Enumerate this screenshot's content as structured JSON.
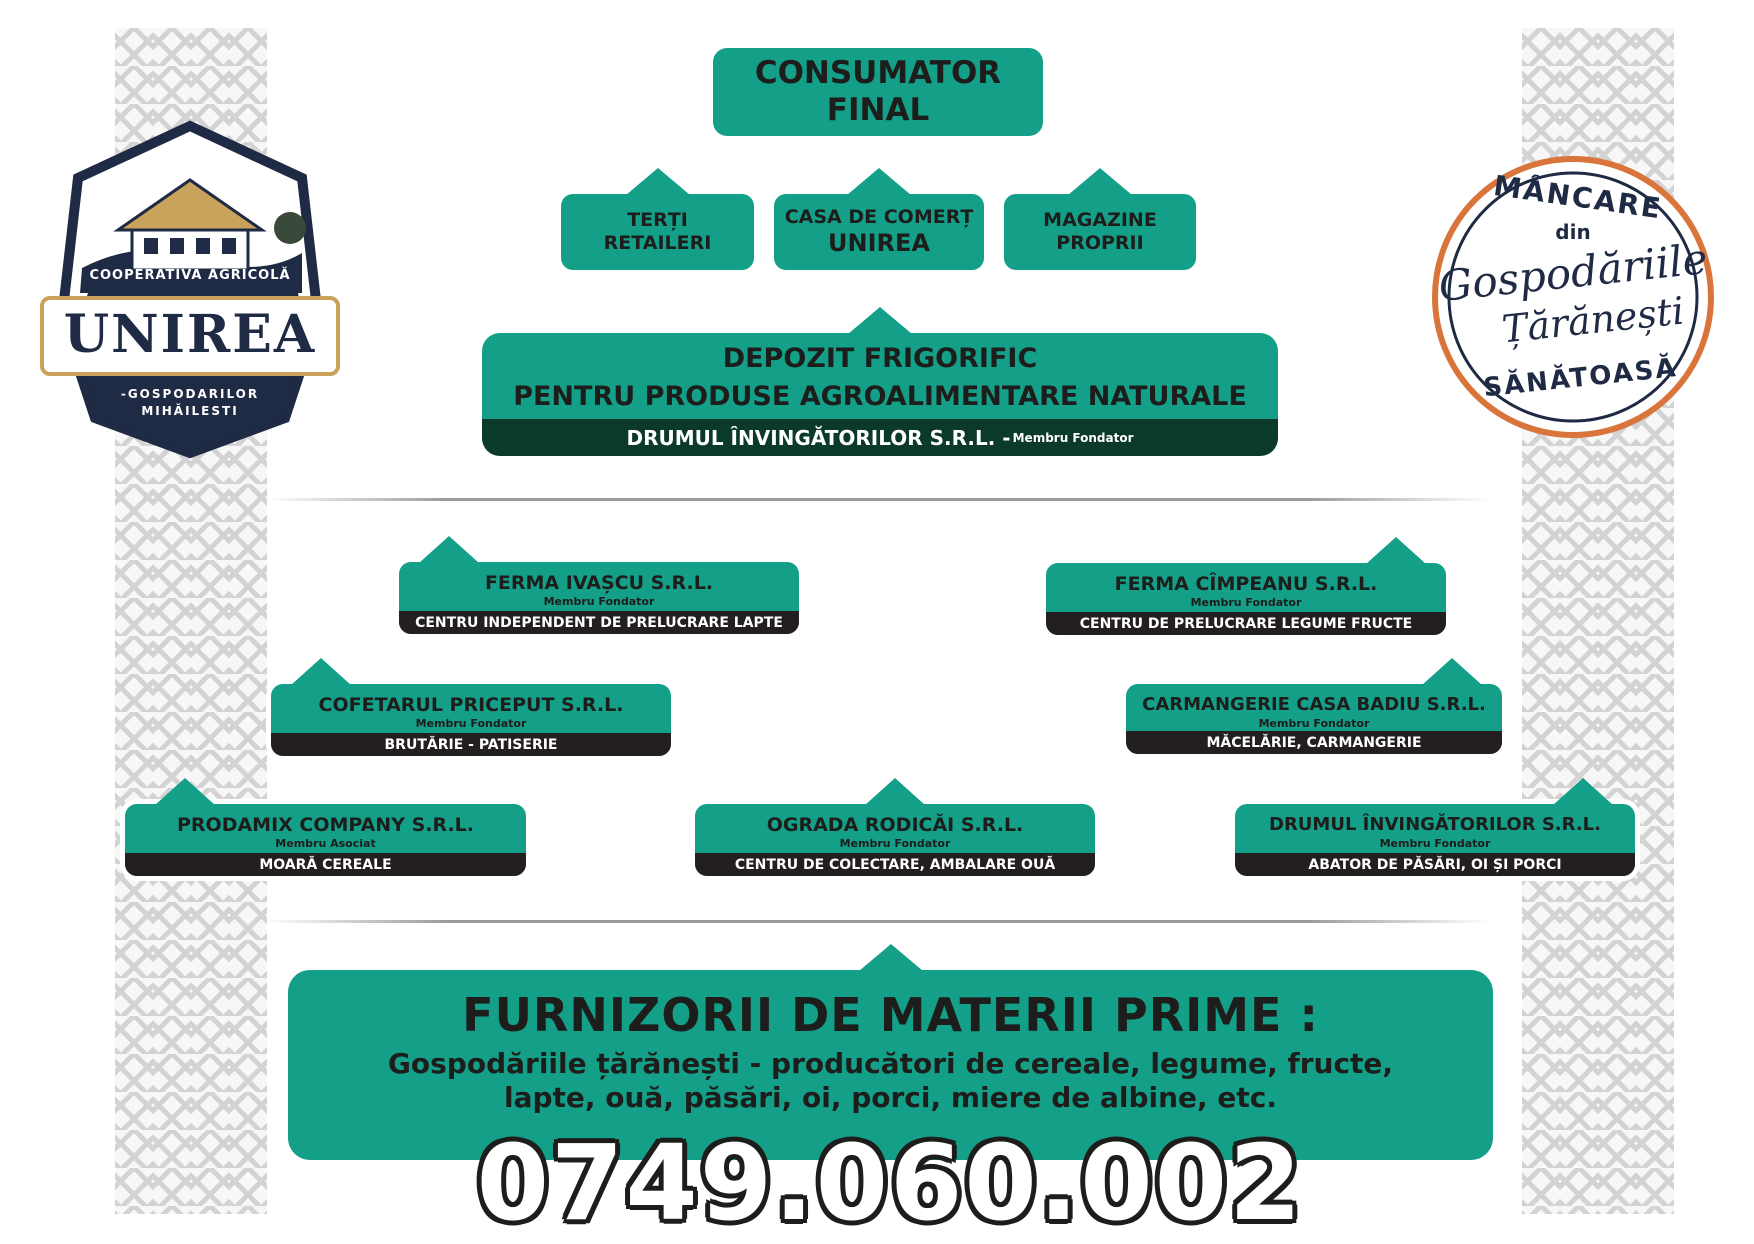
{
  "colors": {
    "teal": "#14a088",
    "dark": "#231f20",
    "navy": "#1f2a44",
    "gold": "#c9a25c",
    "orange": "#d9743a"
  },
  "logo_left": {
    "top_text": "COOPERATIVA AGRICOLĂ",
    "name": "UNIREA",
    "bottom_text": "-GOSPODARILOR MIHĂILESTI",
    "icon": "farmhouse-badge-icon"
  },
  "logo_right": {
    "top_text": "MÂNCARE",
    "middle_word": "din",
    "script_line1": "Gospodăriile",
    "script_line2": "Țărănești",
    "bottom_text": "SĂNĂTOASĂ"
  },
  "top": {
    "consumer": {
      "line1": "CONSUMATOR",
      "line2": "FINAL"
    },
    "channels": [
      {
        "line1": "TERȚI",
        "line2": "RETAILERI"
      },
      {
        "line1": "CASA DE COMERȚ",
        "line2": "UNIREA"
      },
      {
        "line1": "MAGAZINE",
        "line2": "PROPRII"
      }
    ],
    "warehouse": {
      "line1": "DEPOZIT FRIGORIFIC",
      "line2": "PENTRU PRODUSE AGROALIMENTARE NATURALE",
      "company": "DRUMUL ÎNVINGĂTORILOR S.R.L. -",
      "member": "Membru Fondator"
    }
  },
  "firms": [
    {
      "name": "FERMA IVAȘCU S.R.L.",
      "member": "Membru Fondator",
      "role": "CENTRU INDEPENDENT DE PRELUCRARE LAPTE"
    },
    {
      "name": "FERMA CÎMPEANU S.R.L.",
      "member": "Membru Fondator",
      "role": "CENTRU DE PRELUCRARE LEGUME FRUCTE"
    },
    {
      "name": "COFETARUL PRICEPUT S.R.L.",
      "member": "Membru Fondator",
      "role": "BRUTĂRIE - PATISERIE"
    },
    {
      "name": "CARMANGERIE CASA BADIU S.R.L.",
      "member": "Membru Fondator",
      "role": "MĂCELĂRIE, CARMANGERIE"
    },
    {
      "name": "PRODAMIX COMPANY S.R.L.",
      "member": "Membru Asociat",
      "role": "MOARĂ CEREALE"
    },
    {
      "name": "OGRADA RODICĂI S.R.L.",
      "member": "Membru Fondator",
      "role": "CENTRU DE COLECTARE, AMBALARE OUĂ"
    },
    {
      "name": "DRUMUL ÎNVINGĂTORILOR S.R.L.",
      "member": "Membru Fondator",
      "role": "ABATOR DE PĂSĂRI, OI ȘI PORCI"
    }
  ],
  "suppliers": {
    "title": "FURNIZORII DE MATERII PRIME :",
    "line1": "Gospodăriile țărănești - producători de cereale, legume, fructe,",
    "line2": "lapte, ouă, păsări, oi, porci, miere de albine, etc."
  },
  "phone": "0749.060.002"
}
